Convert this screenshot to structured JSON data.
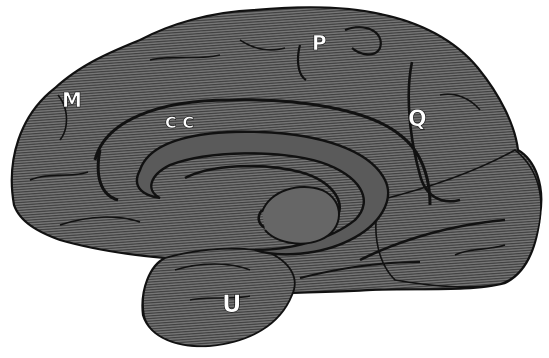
{
  "colors": {
    "tissue": "#6e6e6e",
    "hatch": "#3a3a3a",
    "outline": "#111111",
    "label": "#ffffff",
    "background": "#ffffff"
  },
  "labels": {
    "m": "M",
    "p": "P",
    "cc": "C C",
    "q": "Q",
    "u": "U"
  }
}
